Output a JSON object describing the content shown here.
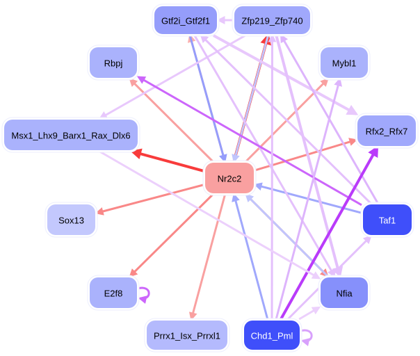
{
  "graph": {
    "type": "directed-network",
    "nodes": [
      {
        "id": "Gtf2i_Gtf2f1",
        "label": "Gtf2i_Gtf2f1",
        "fill": "#959dfb",
        "text": "#000000"
      },
      {
        "id": "Zfp219_Zfp740",
        "label": "Zfp219_Zfp740",
        "fill": "#a0a8fc",
        "text": "#000000"
      },
      {
        "id": "Rbpj",
        "label": "Rbpj",
        "fill": "#aab2fc",
        "text": "#000000"
      },
      {
        "id": "Mybl1",
        "label": "Mybl1",
        "fill": "#aab2fc",
        "text": "#000000"
      },
      {
        "id": "Msx1_Lhx9_Barx1_Rax_Dlx6",
        "label": "Msx1_Lhx9_Barx1_Rax_Dlx6",
        "fill": "#aab2fc",
        "text": "#000000"
      },
      {
        "id": "Rfx2_Rfx7",
        "label": "Rfx2_Rfx7",
        "fill": "#a0a8fc",
        "text": "#000000"
      },
      {
        "id": "Nr2c2",
        "label": "Nr2c2",
        "fill": "#f9a0a0",
        "text": "#000000"
      },
      {
        "id": "Sox13",
        "label": "Sox13",
        "fill": "#c3c8fd",
        "text": "#000000"
      },
      {
        "id": "Taf1",
        "label": "Taf1",
        "fill": "#3f4ffa",
        "text": "#ffffff"
      },
      {
        "id": "E2f8",
        "label": "E2f8",
        "fill": "#aab2fc",
        "text": "#000000"
      },
      {
        "id": "Nfia",
        "label": "Nfia",
        "fill": "#8690fb",
        "text": "#000000"
      },
      {
        "id": "Prrx1_Isx_Prrxl1",
        "label": "Prrx1_Isx_Prrxl1",
        "fill": "#b4bafd",
        "text": "#000000"
      },
      {
        "id": "Chd1_Pml",
        "label": "Chd1_Pml",
        "fill": "#3f4ffa",
        "text": "#ffffff"
      }
    ],
    "edges": [
      {
        "source": "Nr2c2",
        "target": "Msx1_Lhx9_Barx1_Rax_Dlx6",
        "color": "#f83b3b",
        "weight": "strong"
      },
      {
        "source": "Nr2c2",
        "target": "Zfp219_Zfp740",
        "color": "#f83b3b",
        "weight": "strong"
      },
      {
        "source": "Nr2c2",
        "target": "Sox13",
        "color": "#f98888",
        "weight": "medium"
      },
      {
        "source": "Nr2c2",
        "target": "E2f8",
        "color": "#f98888",
        "weight": "medium"
      },
      {
        "source": "Nr2c2",
        "target": "Prrx1_Isx_Prrxl1",
        "color": "#f9a0a0",
        "weight": "medium"
      },
      {
        "source": "Nr2c2",
        "target": "Rfx2_Rfx7",
        "color": "#f98888",
        "weight": "medium"
      },
      {
        "source": "Nr2c2",
        "target": "Mybl1",
        "color": "#f9a0a0",
        "weight": "medium"
      },
      {
        "source": "Nr2c2",
        "target": "Rbpj",
        "color": "#f9a0a0",
        "weight": "medium"
      },
      {
        "source": "Nr2c2",
        "target": "Gtf2i_Gtf2f1",
        "color": "#fab0b0",
        "weight": "medium"
      },
      {
        "source": "Nr2c2",
        "target": "Nfia",
        "color": "#f98888",
        "weight": "medium"
      },
      {
        "source": "Gtf2i_Gtf2f1",
        "target": "Nr2c2",
        "color": "#959dfb",
        "weight": "medium"
      },
      {
        "source": "Zfp219_Zfp740",
        "target": "Nr2c2",
        "color": "#c0c5fd",
        "weight": "medium"
      },
      {
        "source": "Taf1",
        "target": "Nr2c2",
        "color": "#a0a8fc",
        "weight": "medium"
      },
      {
        "source": "Chd1_Pml",
        "target": "Nr2c2",
        "color": "#a0a8fc",
        "weight": "medium"
      },
      {
        "source": "Nfia",
        "target": "Nr2c2",
        "color": "#c0c5fd",
        "weight": "medium"
      },
      {
        "source": "Zfp219_Zfp740",
        "target": "Gtf2i_Gtf2f1",
        "color": "#e8c8fc",
        "weight": "medium"
      },
      {
        "source": "Zfp219_Zfp740",
        "target": "Msx1_Lhx9_Barx1_Rax_Dlx6",
        "color": "#e8c8fc",
        "weight": "medium"
      },
      {
        "source": "Gtf2i_Gtf2f1",
        "target": "Rfx2_Rfx7",
        "color": "#e8c8fc",
        "weight": "strong"
      },
      {
        "source": "Gtf2i_Gtf2f1",
        "target": "Nfia",
        "color": "#e4c0fc",
        "weight": "medium"
      },
      {
        "source": "Zfp219_Zfp740",
        "target": "Nfia",
        "color": "#e4c0fc",
        "weight": "strong"
      },
      {
        "source": "Taf1",
        "target": "Zfp219_Zfp740",
        "color": "#ddb4fc",
        "weight": "medium"
      },
      {
        "source": "Taf1",
        "target": "Gtf2i_Gtf2f1",
        "color": "#e4c0fc",
        "weight": "medium"
      },
      {
        "source": "Taf1",
        "target": "Rbpj",
        "color": "#cc66fb",
        "weight": "medium"
      },
      {
        "source": "Chd1_Pml",
        "target": "Rfx2_Rfx7",
        "color": "#b93bfa",
        "weight": "strong"
      },
      {
        "source": "Chd1_Pml",
        "target": "Mybl1",
        "color": "#ddb4fc",
        "weight": "medium"
      },
      {
        "source": "Chd1_Pml",
        "target": "Zfp219_Zfp740",
        "color": "#e4c0fc",
        "weight": "medium"
      },
      {
        "source": "Chd1_Pml",
        "target": "Taf1",
        "color": "#e4c0fc",
        "weight": "medium"
      },
      {
        "source": "Chd1_Pml",
        "target": "Nfia",
        "color": "#ecd0fc",
        "weight": "medium"
      },
      {
        "source": "Msx1_Lhx9_Barx1_Rax_Dlx6",
        "target": "Nfia",
        "color": "#ecd0fc",
        "weight": "medium"
      },
      {
        "source": "E2f8",
        "target": "E2f8",
        "color": "#cc66fb",
        "weight": "medium",
        "self_loop": true
      },
      {
        "source": "Chd1_Pml",
        "target": "Chd1_Pml",
        "color": "#d8a0fc",
        "weight": "medium",
        "self_loop": true
      }
    ]
  }
}
